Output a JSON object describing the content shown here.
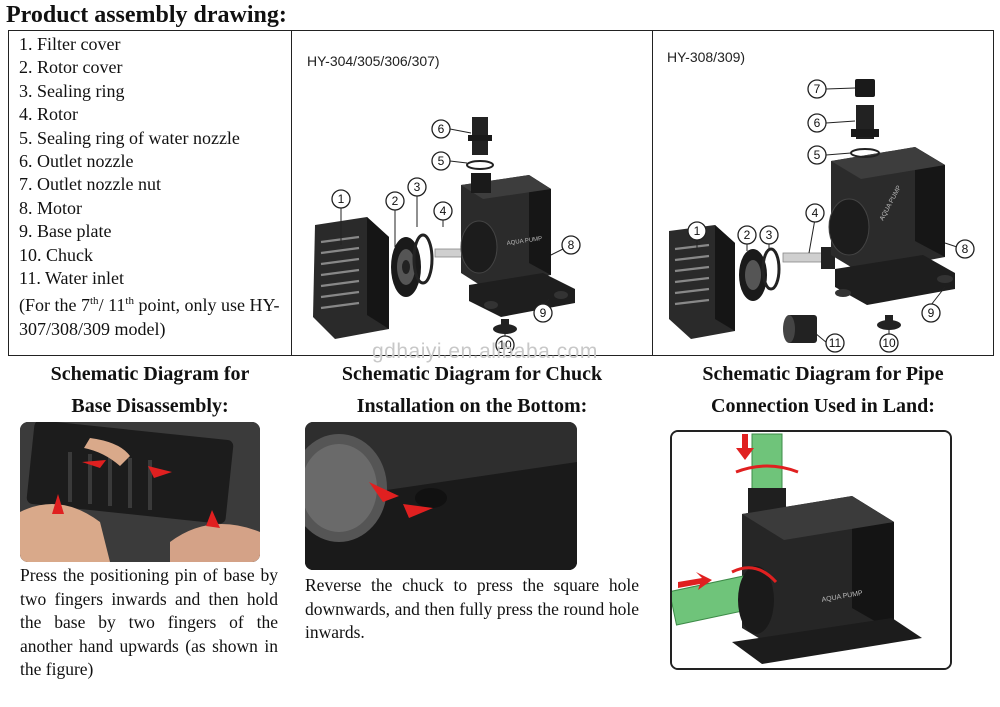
{
  "page": {
    "title": "Product assembly drawing:",
    "watermark": "gdhaiyi.en.alibaba.com"
  },
  "parts": [
    "1. Filter cover",
    "2. Rotor cover",
    "3. Sealing ring",
    "4. Rotor",
    "5. Sealing ring of water nozzle",
    "6. Outlet nozzle",
    "7. Outlet nozzle nut",
    "8. Motor",
    "9. Base plate",
    "10. Chuck",
    "11. Water inlet"
  ],
  "note": {
    "prefix": "(For the 7",
    "sup1": "th",
    "mid": "/ 11",
    "sup2": "th",
    "suffix": " point, only use HY-307/308/309 model)"
  },
  "models": {
    "left": "HY-304/305/306/307)",
    "right": "HY-308/309)"
  },
  "callouts": [
    "1",
    "2",
    "3",
    "4",
    "5",
    "6",
    "7",
    "8",
    "9",
    "10",
    "11"
  ],
  "sections": [
    {
      "heading_line1": "Schematic Diagram for",
      "heading_line2": "Base Disassembly:",
      "caption": "Press the positioning pin of base by two fingers inwards and then hold the base by two fingers of the another hand upwards (as shown in the figure)"
    },
    {
      "heading_line1": "Schematic Diagram for Chuck",
      "heading_line2": "Installation on the Bottom:",
      "caption": "Reverse the chuck to press the square hole downwards, and then fully press the round hole inwards."
    },
    {
      "heading_line1": "Schematic Diagram for Pipe",
      "heading_line2": "Connection Used in Land:",
      "caption": ""
    }
  ],
  "colors": {
    "pump_body": "#2b2b2b",
    "arrow_red": "#e02020",
    "pipe_green": "#6fc47a"
  }
}
